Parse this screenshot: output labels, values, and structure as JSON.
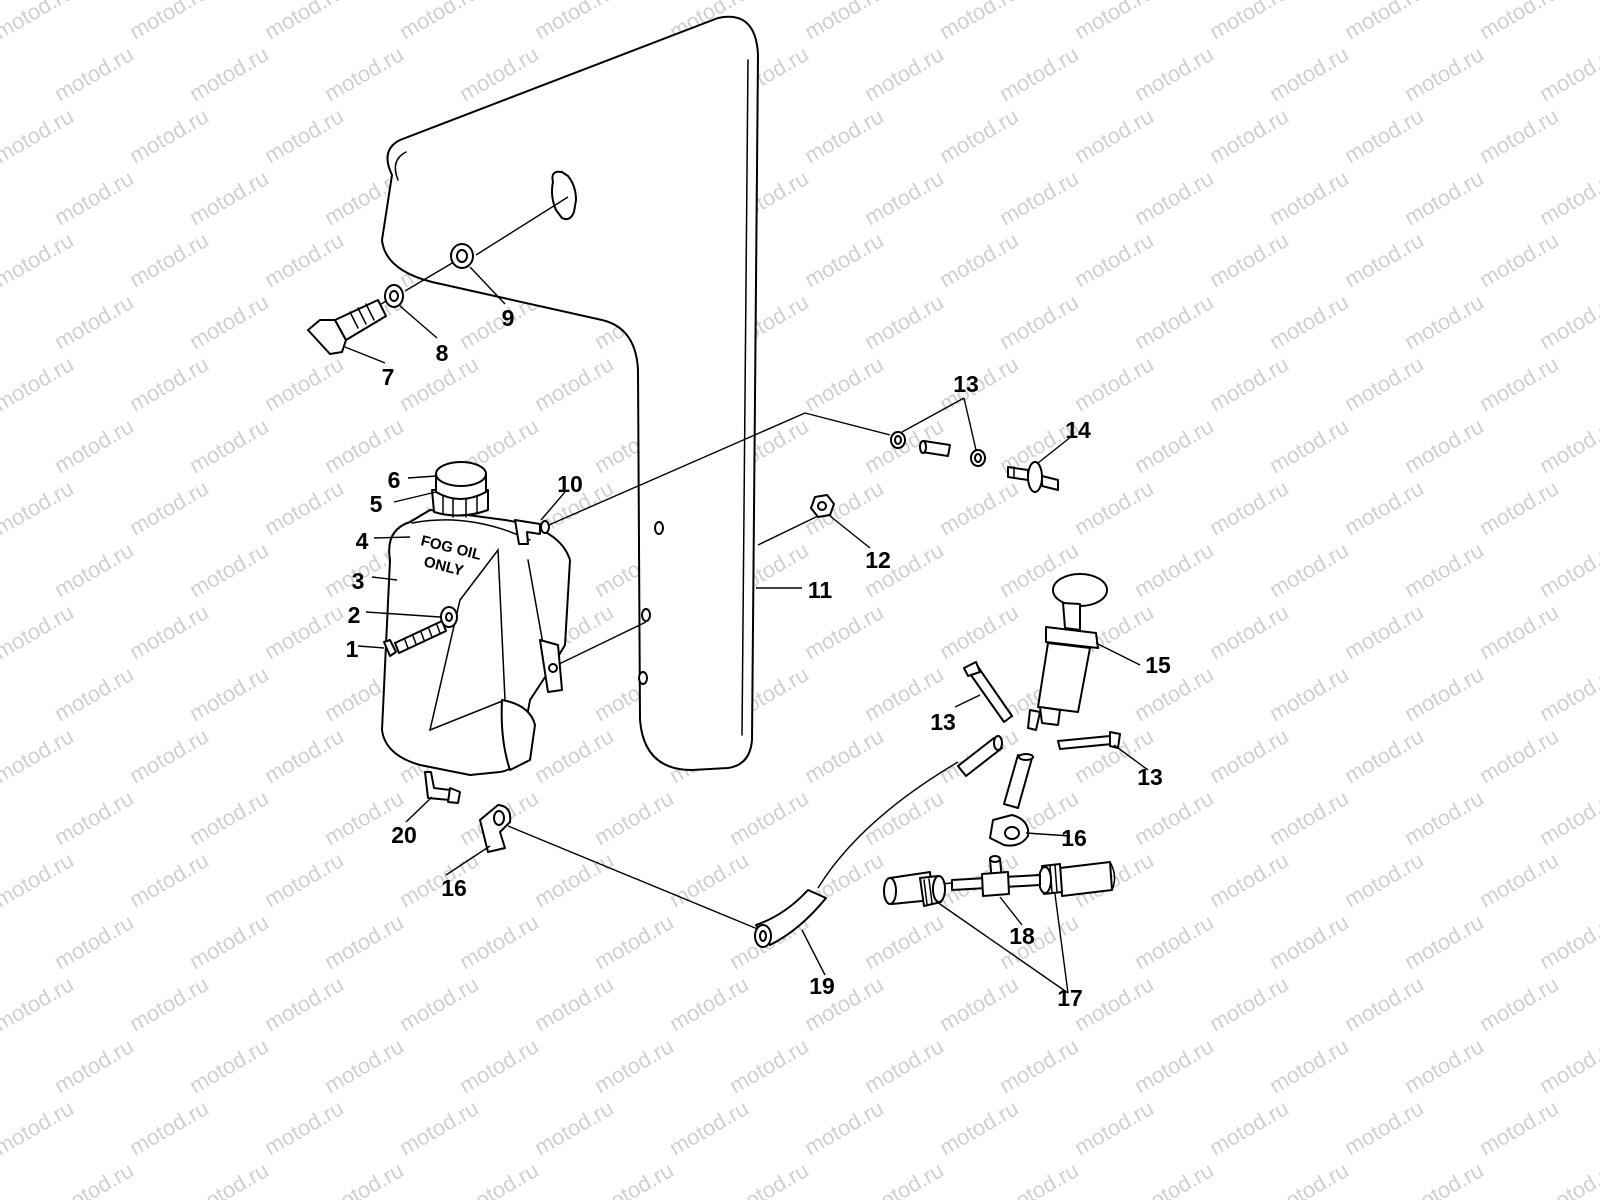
{
  "watermark": "motod.ru",
  "tank_label": {
    "line1": "FOG OIL",
    "line2": "ONLY"
  },
  "callouts": [
    {
      "id": "c1",
      "label": "1"
    },
    {
      "id": "c2",
      "label": "2"
    },
    {
      "id": "c3",
      "label": "3"
    },
    {
      "id": "c4",
      "label": "4"
    },
    {
      "id": "c5",
      "label": "5"
    },
    {
      "id": "c6",
      "label": "6"
    },
    {
      "id": "c7",
      "label": "7"
    },
    {
      "id": "c8",
      "label": "8"
    },
    {
      "id": "c9",
      "label": "9"
    },
    {
      "id": "c10",
      "label": "10"
    },
    {
      "id": "c11",
      "label": "11"
    },
    {
      "id": "c12",
      "label": "12"
    },
    {
      "id": "c13a",
      "label": "13"
    },
    {
      "id": "c13b",
      "label": "13"
    },
    {
      "id": "c13c",
      "label": "13"
    },
    {
      "id": "c14",
      "label": "14"
    },
    {
      "id": "c15",
      "label": "15"
    },
    {
      "id": "c16a",
      "label": "16"
    },
    {
      "id": "c16b",
      "label": "16"
    },
    {
      "id": "c17",
      "label": "17"
    },
    {
      "id": "c18",
      "label": "18"
    },
    {
      "id": "c19",
      "label": "19"
    },
    {
      "id": "c20",
      "label": "20"
    }
  ]
}
